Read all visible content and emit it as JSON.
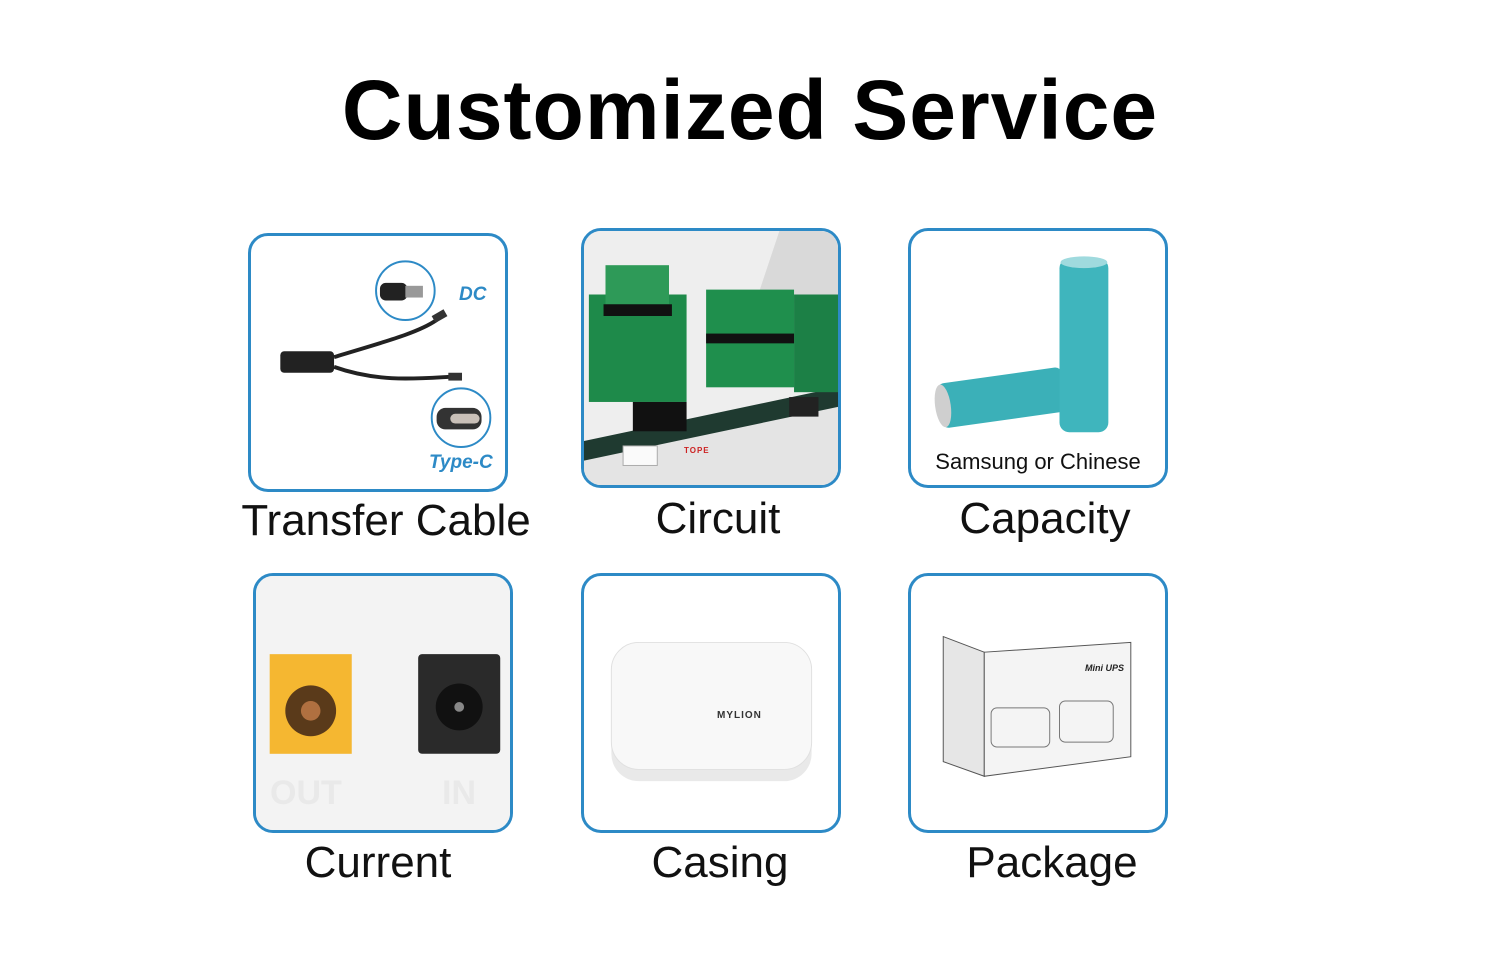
{
  "title": "Customized Service",
  "accent_color": "#2d8ac6",
  "items": [
    {
      "label": "Transfer Cable",
      "tags": [
        "DC",
        "Type-C"
      ]
    },
    {
      "label": "Circuit",
      "panel_text": "TOPE"
    },
    {
      "label": "Capacity",
      "caption": "Samsung or Chinese"
    },
    {
      "label": "Current",
      "ports": [
        "OUT",
        "IN"
      ]
    },
    {
      "label": "Casing",
      "logo": "MYLION"
    },
    {
      "label": "Package",
      "box_text": "Mini UPS"
    }
  ]
}
